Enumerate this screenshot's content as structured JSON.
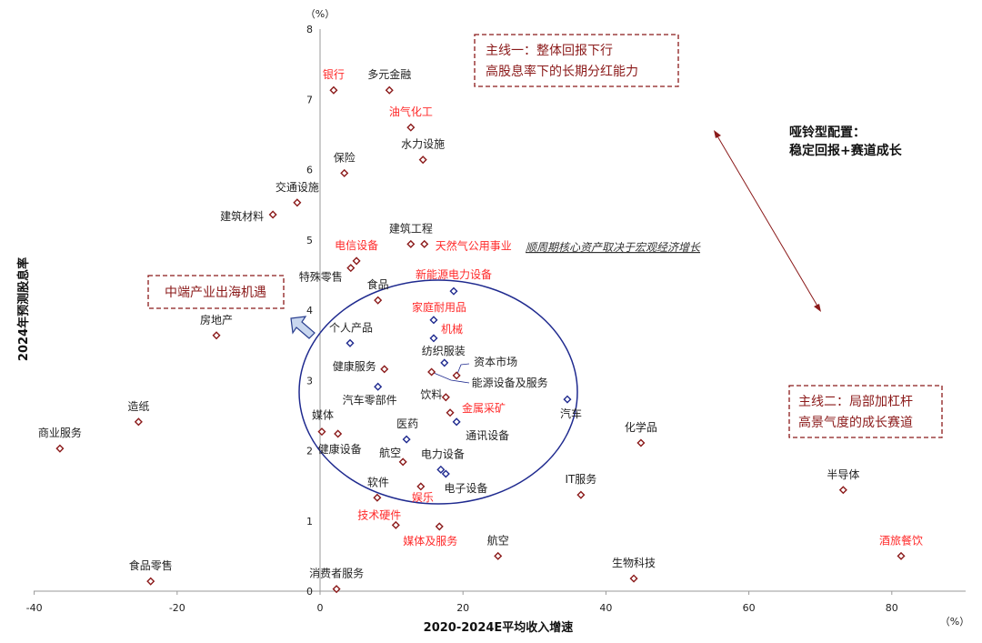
{
  "chart_data": {
    "type": "scatter",
    "xlabel": "2020-2024E平均收入增速",
    "ylabel": "2024年预测股息率",
    "x_unit": "（%）",
    "y_unit": "（%）",
    "xlim": [
      -40,
      90
    ],
    "ylim": [
      0,
      8
    ],
    "xticks": [
      -40,
      -20,
      0,
      20,
      40,
      60,
      80
    ],
    "yticks": [
      0,
      1,
      2,
      3,
      4,
      5,
      6,
      7,
      8
    ],
    "grid": false,
    "colors": {
      "marker_red": "#8b1a1a",
      "marker_blue": "#1f2a8f",
      "label_red": "#ff2a2a",
      "label_black": "#222222",
      "annotation": "#8b1a1a",
      "ellipse": "#1f2a8f",
      "arrow_fill": "#c9d7ef"
    },
    "points": [
      {
        "name": "银行",
        "x": 1.9,
        "y": 7.13,
        "marker": "red",
        "label_color": "red"
      },
      {
        "name": "多元金融",
        "x": 9.7,
        "y": 7.13,
        "marker": "red",
        "label_color": "black"
      },
      {
        "name": "油气化工",
        "x": 12.7,
        "y": 6.6,
        "marker": "red",
        "label_color": "red"
      },
      {
        "name": "水力设施",
        "x": 14.4,
        "y": 6.14,
        "marker": "red",
        "label_color": "black"
      },
      {
        "name": "保险",
        "x": 3.4,
        "y": 5.95,
        "marker": "red",
        "label_color": "black"
      },
      {
        "name": "交通设施",
        "x": -3.2,
        "y": 5.53,
        "marker": "red",
        "label_color": "black"
      },
      {
        "name": "建筑材料",
        "x": -6.6,
        "y": 5.36,
        "marker": "red",
        "label_color": "black"
      },
      {
        "name": "建筑工程",
        "x": 12.7,
        "y": 4.94,
        "marker": "red",
        "label_color": "black"
      },
      {
        "name": "天然气公用事业",
        "x": 14.6,
        "y": 4.94,
        "marker": "red",
        "label_color": "red"
      },
      {
        "name": "电信设备",
        "x": 5.1,
        "y": 4.7,
        "marker": "red",
        "label_color": "red"
      },
      {
        "name": "特殊零售",
        "x": 4.3,
        "y": 4.6,
        "marker": "red",
        "label_color": "black"
      },
      {
        "name": "食品",
        "x": 8.1,
        "y": 4.14,
        "marker": "red",
        "label_color": "black"
      },
      {
        "name": "新能源电力设备",
        "x": 18.7,
        "y": 4.27,
        "marker": "blue",
        "label_color": "red"
      },
      {
        "name": "家庭耐用品",
        "x": 15.9,
        "y": 3.86,
        "marker": "blue",
        "label_color": "red"
      },
      {
        "name": "机械",
        "x": 15.9,
        "y": 3.6,
        "marker": "blue",
        "label_color": "red"
      },
      {
        "name": "个人产品",
        "x": 4.2,
        "y": 3.53,
        "marker": "blue",
        "label_color": "black"
      },
      {
        "name": "纺织服装",
        "x": 17.4,
        "y": 3.25,
        "marker": "blue",
        "label_color": "black"
      },
      {
        "name": "资本市场",
        "x": 19.1,
        "y": 3.07,
        "marker": "red",
        "label_color": "black"
      },
      {
        "name": "能源设备及服务",
        "x": 15.6,
        "y": 3.12,
        "marker": "red",
        "label_color": "black"
      },
      {
        "name": "健康服务",
        "x": 9.0,
        "y": 3.16,
        "marker": "red",
        "label_color": "black"
      },
      {
        "name": "汽车零部件",
        "x": 8.1,
        "y": 2.91,
        "marker": "blue",
        "label_color": "black"
      },
      {
        "name": "汽车",
        "x": 34.6,
        "y": 2.73,
        "marker": "blue",
        "label_color": "black"
      },
      {
        "name": "饮料",
        "x": 17.6,
        "y": 2.76,
        "marker": "red",
        "label_color": "black"
      },
      {
        "name": "金属采矿",
        "x": 18.2,
        "y": 2.54,
        "marker": "red",
        "label_color": "red"
      },
      {
        "name": "通讯设备",
        "x": 19.1,
        "y": 2.41,
        "marker": "blue",
        "label_color": "black"
      },
      {
        "name": "媒体",
        "x": 0.25,
        "y": 2.27,
        "marker": "red",
        "label_color": "black"
      },
      {
        "name": "健康设备",
        "x": 2.5,
        "y": 2.24,
        "marker": "red",
        "label_color": "black"
      },
      {
        "name": "医药",
        "x": 12.1,
        "y": 2.16,
        "marker": "blue",
        "label_color": "black"
      },
      {
        "name": "航空",
        "x": 11.6,
        "y": 1.84,
        "marker": "red",
        "label_color": "black"
      },
      {
        "name": "电力设备",
        "x": 16.9,
        "y": 1.73,
        "marker": "blue",
        "label_color": "black"
      },
      {
        "name": "电子设备",
        "x": 17.6,
        "y": 1.67,
        "marker": "blue",
        "label_color": "black"
      },
      {
        "name": "娱乐",
        "x": 14.1,
        "y": 1.49,
        "marker": "red",
        "label_color": "red"
      },
      {
        "name": "软件",
        "x": 8.0,
        "y": 1.33,
        "marker": "red",
        "label_color": "black"
      },
      {
        "name": "技术硬件",
        "x": 10.6,
        "y": 0.94,
        "marker": "red",
        "label_color": "red"
      },
      {
        "name": "媒体及服务",
        "x": 16.7,
        "y": 0.92,
        "marker": "red",
        "label_color": "red"
      },
      {
        "name": "航空",
        "x": 24.9,
        "y": 0.5,
        "marker": "red",
        "label_color": "black"
      },
      {
        "name": "消费者服务",
        "x": 2.3,
        "y": 0.03,
        "marker": "red",
        "label_color": "black"
      },
      {
        "name": "食品零售",
        "x": -23.7,
        "y": 0.14,
        "marker": "red",
        "label_color": "black"
      },
      {
        "name": "商业服务",
        "x": -36.4,
        "y": 2.03,
        "marker": "red",
        "label_color": "black"
      },
      {
        "name": "造纸",
        "x": -25.4,
        "y": 2.41,
        "marker": "red",
        "label_color": "black"
      },
      {
        "name": "房地产",
        "x": -14.5,
        "y": 3.64,
        "marker": "red",
        "label_color": "black"
      },
      {
        "name": "化学品",
        "x": 44.9,
        "y": 2.11,
        "marker": "red",
        "label_color": "black"
      },
      {
        "name": "IT服务",
        "x": 36.5,
        "y": 1.37,
        "marker": "red",
        "label_color": "black"
      },
      {
        "name": "半导体",
        "x": 73.2,
        "y": 1.44,
        "marker": "red",
        "label_color": "black"
      },
      {
        "name": "生物科技",
        "x": 43.9,
        "y": 0.18,
        "marker": "red",
        "label_color": "black"
      },
      {
        "name": "酒旅餐饮",
        "x": 81.3,
        "y": 0.5,
        "marker": "red",
        "label_color": "red"
      }
    ],
    "annotations": {
      "theme1_line1": "主线一：整体回报下行",
      "theme1_line2": "高股息率下的长期分红能力",
      "theme2_line1": "主线二：局部加杠杆",
      "theme2_line2": "高景气度的成长赛道",
      "midstream": "中端产业出海机遇",
      "barbell_line1": "哑铃型配置：",
      "barbell_line2": "稳定回报+赛道成长",
      "cyclical": "顺周期核心资产取决于宏观经济增长"
    }
  }
}
